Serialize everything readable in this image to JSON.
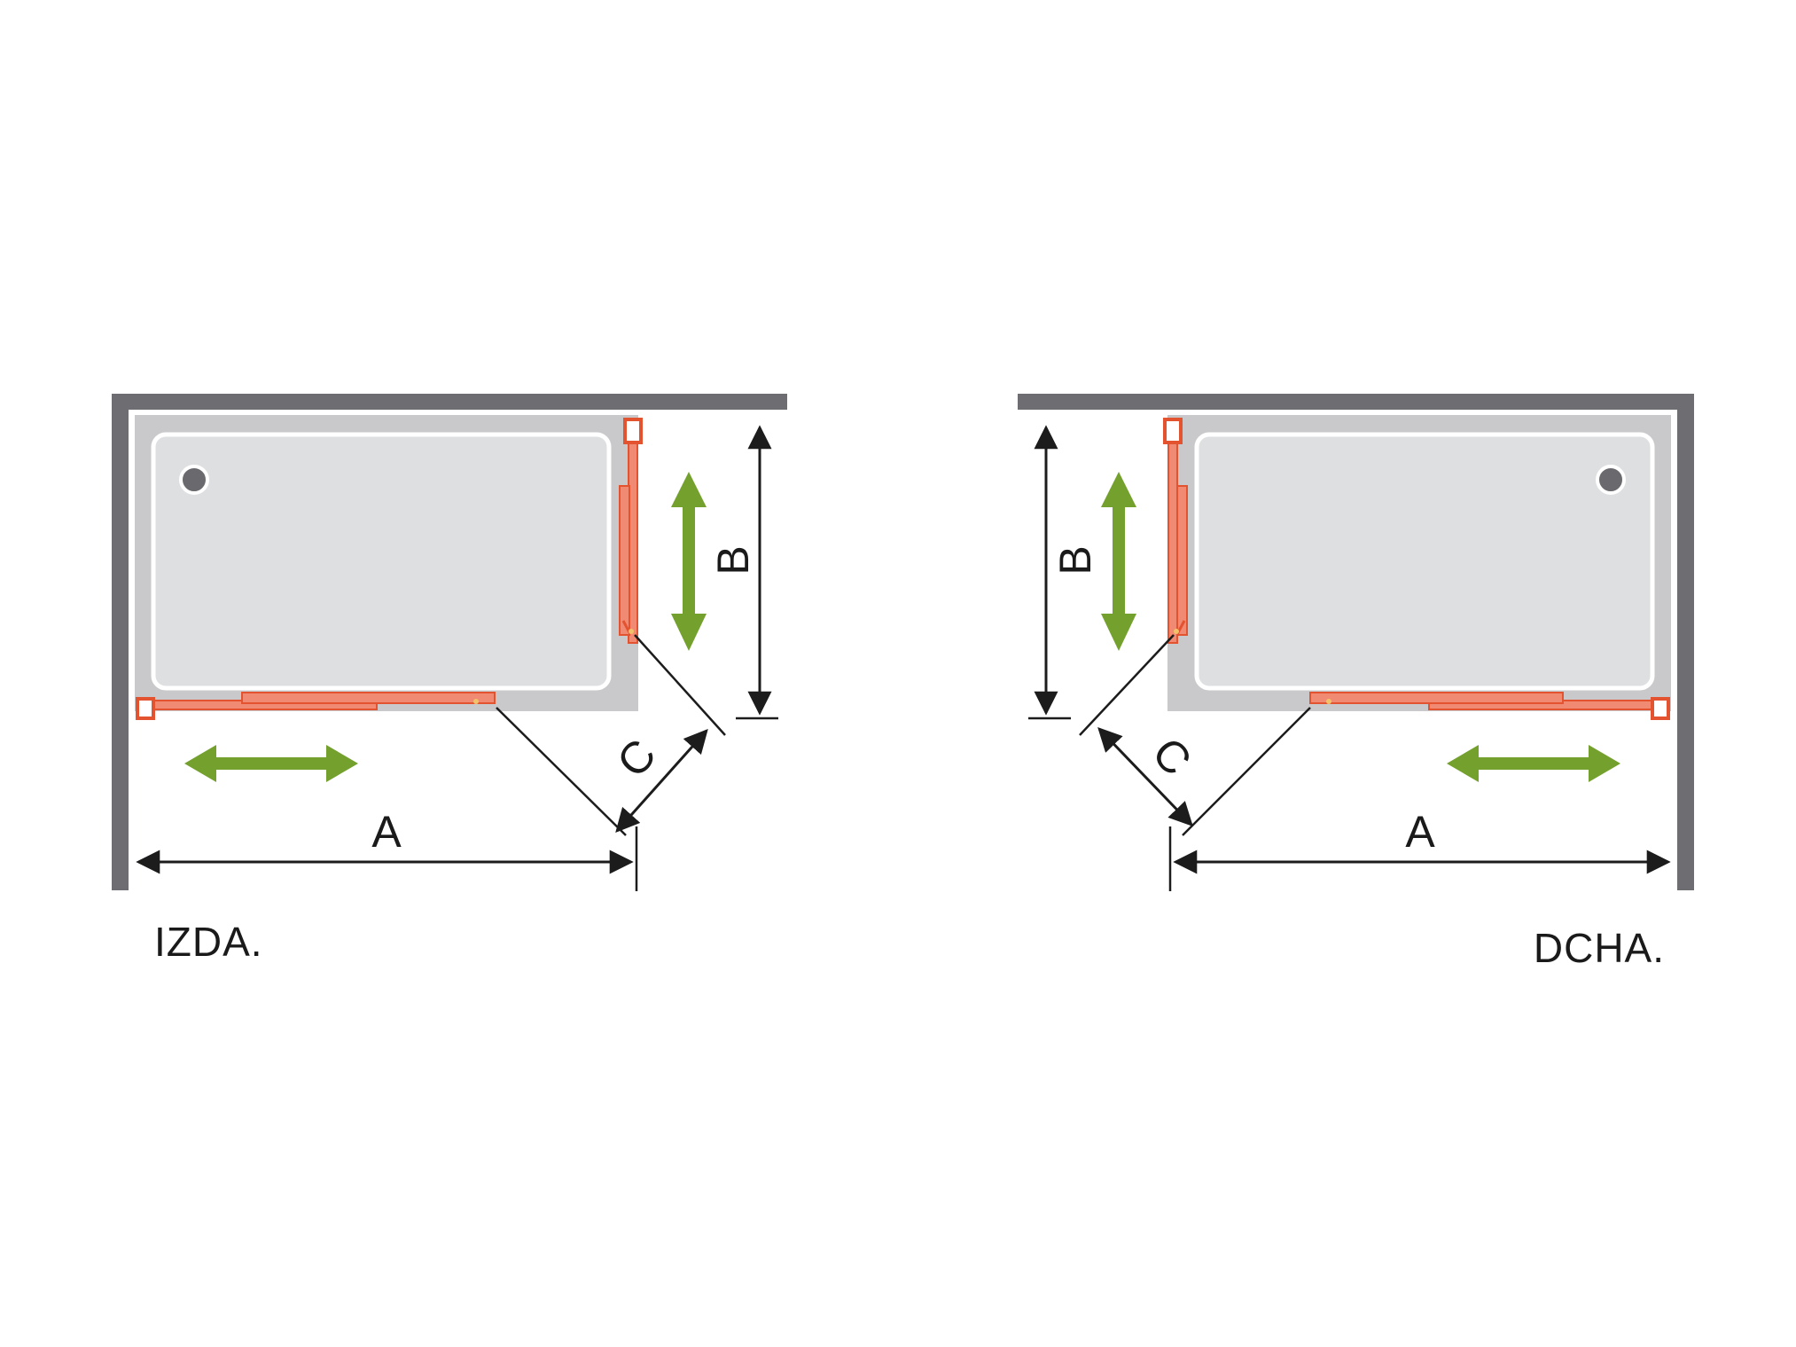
{
  "colors": {
    "wall": "#6e6e72",
    "tray_outer": "#c9c9cb",
    "tray_inner": "#dedfe1",
    "tray_border": "#ffffff",
    "drain": "#6a6a6e",
    "glass": "#f08a72",
    "glass_edge": "#e3532f",
    "movement_arrow": "#74a12e",
    "dimension": "#1c1c1c"
  },
  "icons": {
    "movement": "double-headed-arrow-icon",
    "drain": "drain-icon"
  },
  "left": {
    "caption": "IZDA.",
    "labels": {
      "a": "A",
      "b": "B",
      "c": "C"
    }
  },
  "right": {
    "caption": "DCHA.",
    "labels": {
      "a": "A",
      "b": "B",
      "c": "C"
    }
  }
}
